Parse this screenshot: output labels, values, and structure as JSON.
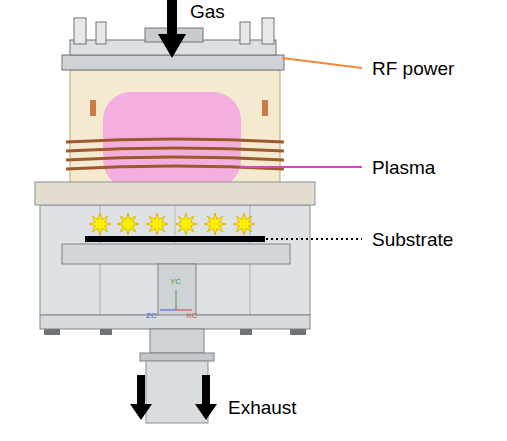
{
  "diagram": {
    "labels": [
      "Gas",
      "RF power",
      "Plasma",
      "Substrate",
      "Exhaust",
      "YC",
      "ZC",
      "XC"
    ]
  }
}
